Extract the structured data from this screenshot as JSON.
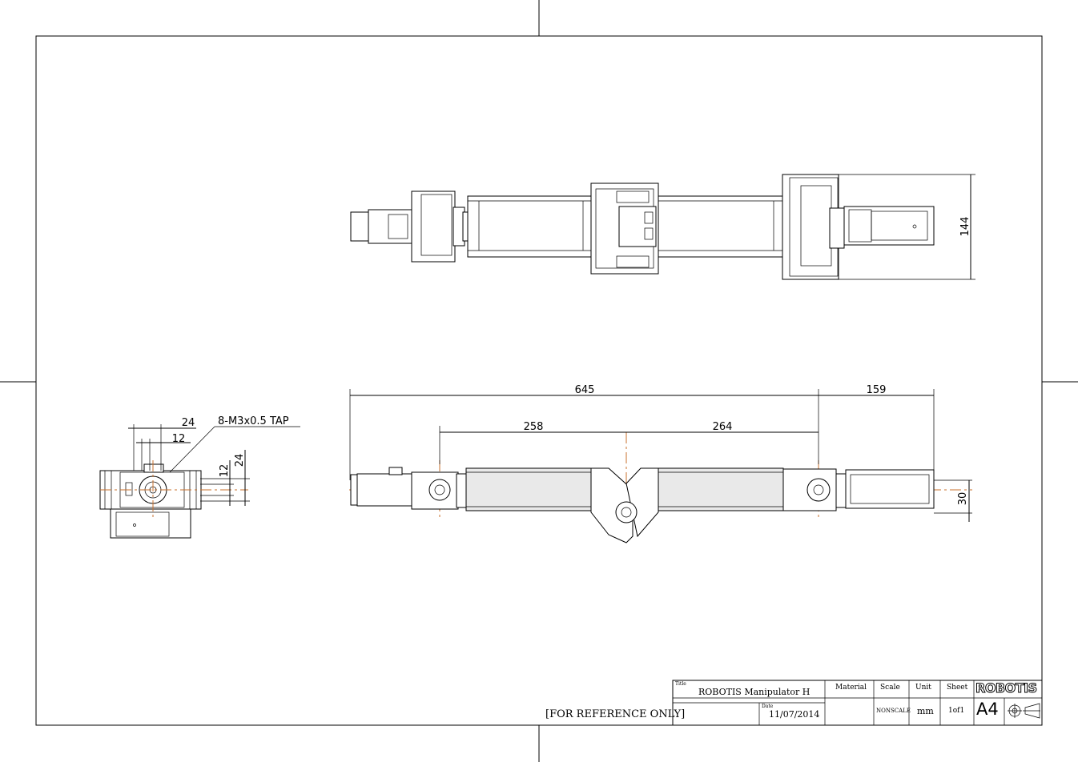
{
  "title_block": {
    "title_caption": "Title",
    "title": "ROBOTIS Manipulator H",
    "date_caption": "Date",
    "date": "11/07/2014",
    "material_caption": "Material",
    "scale_caption": "Scale",
    "scale_value": "NONSCALE",
    "unit_caption": "Unit",
    "unit_value": "mm",
    "sheet_caption": "Sheet",
    "sheet_value": "1of1",
    "paper_size": "A4",
    "brand_logo": "ROBOTIS"
  },
  "reference_note": "[FOR REFERENCE ONLY]",
  "dimensions": {
    "top_height": "144",
    "overall_length": "645",
    "gripper_length": "159",
    "link1_length": "258",
    "link2_length": "264",
    "gripper_offset": "30",
    "end_width_outer": "24",
    "end_width_inner": "12",
    "end_height_outer": "24",
    "end_height_inner": "12",
    "tap_note": "8-M3x0.5 TAP"
  },
  "colors": {
    "centerline": "#c8702c",
    "line": "#000000"
  }
}
